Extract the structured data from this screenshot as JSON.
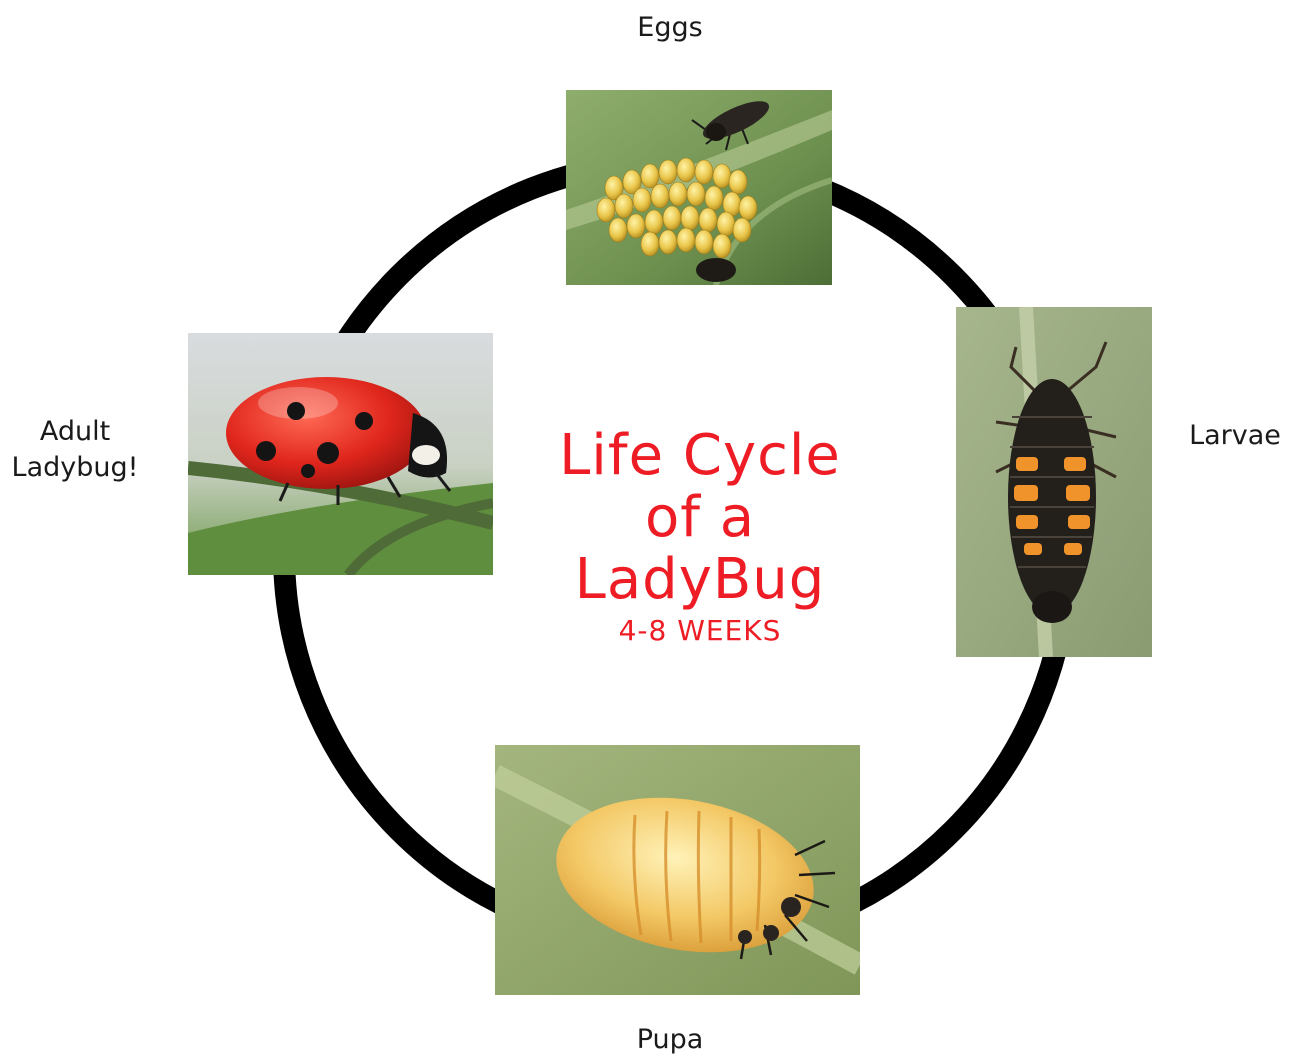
{
  "diagram": {
    "title_lines": [
      "Life Cycle",
      "of a",
      "LadyBug"
    ],
    "subtitle": "4-8 WEEKS",
    "title_color": "#ee1c24",
    "ring_color": "#000000",
    "stages": [
      {
        "name": "Eggs",
        "photo_icon": "ladybug-eggs-photo-icon"
      },
      {
        "name": "Larvae",
        "photo_icon": "ladybug-larva-photo-icon"
      },
      {
        "name": "Pupa",
        "photo_icon": "ladybug-pupa-photo-icon"
      },
      {
        "name": "Adult\nLadybug!",
        "photo_icon": "adult-ladybug-photo-icon"
      }
    ]
  }
}
